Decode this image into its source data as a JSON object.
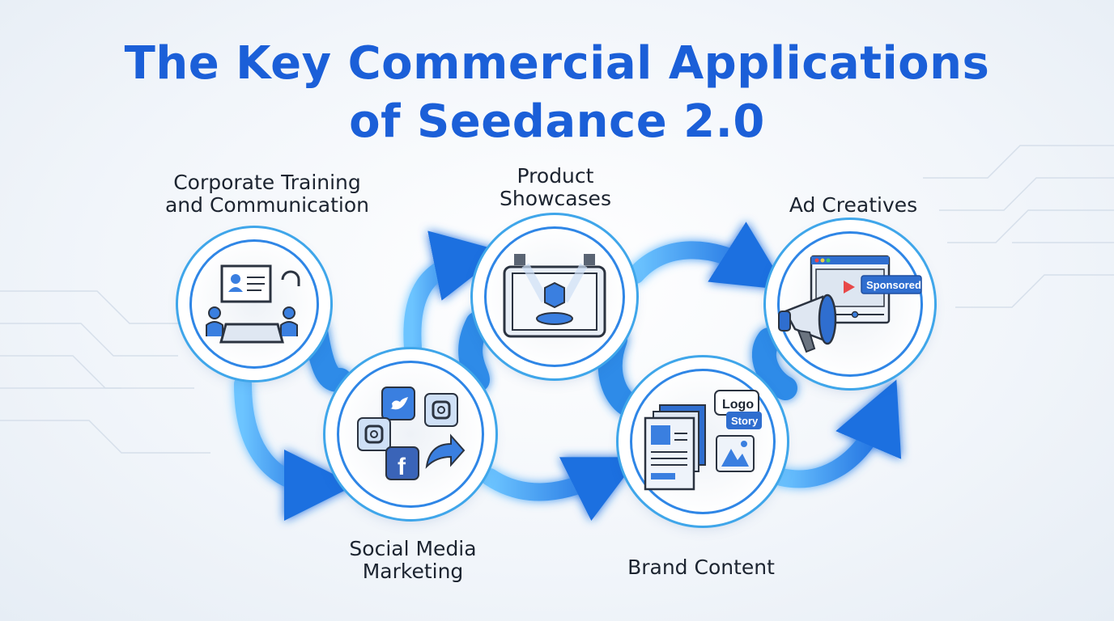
{
  "title": {
    "line1": "The Key Commercial Applications",
    "line2": "of Seedance 2.0"
  },
  "applications": [
    {
      "label_line1": "Corporate Training",
      "label_line2": "and Communication",
      "icon": "presentation-meeting-icon"
    },
    {
      "label_line1": "Social Media",
      "label_line2": "Marketing",
      "icon": "social-media-icon"
    },
    {
      "label_line1": "Product",
      "label_line2": "Showcases",
      "icon": "product-display-icon"
    },
    {
      "label_line1": "Brand Content",
      "icon": "brand-documents-icon",
      "bubbles": [
        "Logo",
        "Story"
      ]
    },
    {
      "label_line1": "Ad Creatives",
      "icon": "megaphone-ad-icon",
      "badge": "Sponsored"
    }
  ],
  "colors": {
    "accent": "#1b5fd8",
    "ring": "#3fa6ea",
    "arrow": "#2f8be8"
  }
}
